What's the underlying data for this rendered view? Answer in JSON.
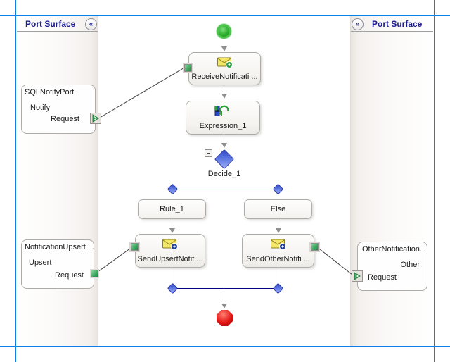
{
  "left_panel": {
    "title": "Port Surface",
    "collapse_glyph": "«"
  },
  "right_panel": {
    "title": "Port Surface",
    "collapse_glyph": "»"
  },
  "ports": {
    "sql_notify_port": {
      "name": "SQLNotifyPort",
      "operation": "Notify",
      "message": "Request"
    },
    "notification_upsert_port": {
      "name": "NotificationUpsert ...",
      "operation": "Upsert",
      "message": "Request"
    },
    "other_notification_port": {
      "name": "OtherNotification...",
      "operation": "Other",
      "message": "Request"
    }
  },
  "orchestration": {
    "receive_shape": "ReceiveNotificati ...",
    "expression_shape": "Expression_1",
    "decide_shape": "Decide_1",
    "rule_branch": "Rule_1",
    "else_branch": "Else",
    "send_upsert_shape": "SendUpsertNotif ...",
    "send_other_shape": "SendOtherNotifi ..."
  },
  "colors": {
    "frame_blue": "#0b80e8",
    "panel_title_navy": "#1b1e8f",
    "diamond_blue": "#2e49c8",
    "branch_line_navy": "#00007d",
    "start_green": "#2eb22e",
    "end_red": "#e21616",
    "connector_green": "#3aa75c",
    "envelope_yellow": "#f2e768"
  }
}
